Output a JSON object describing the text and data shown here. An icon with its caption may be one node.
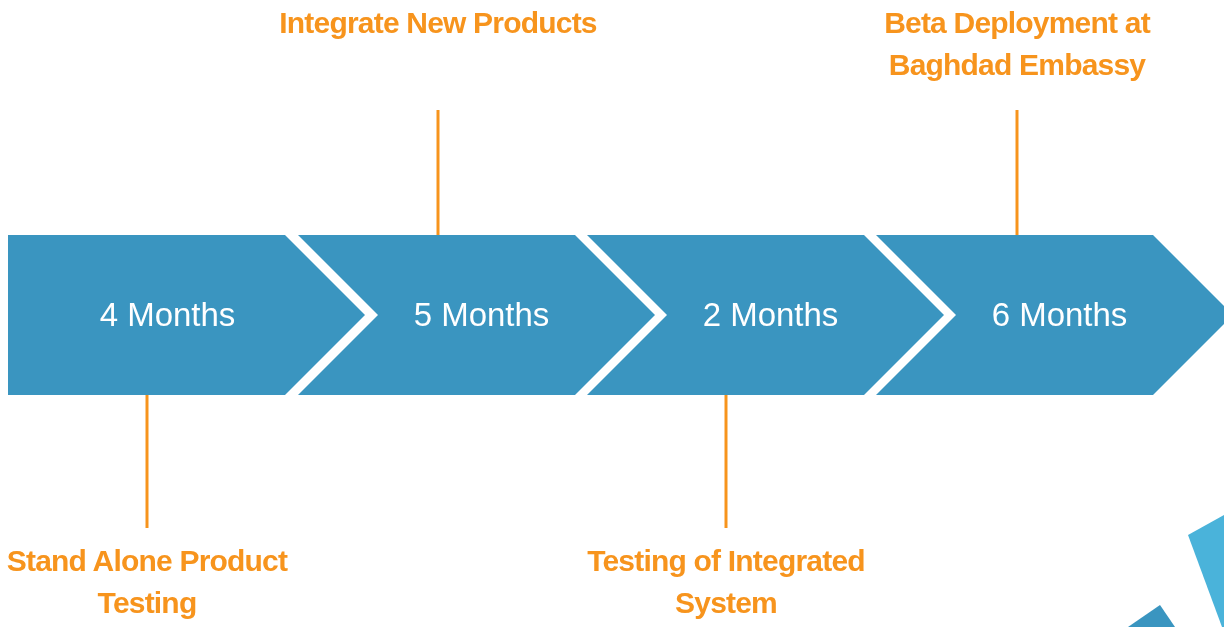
{
  "diagram": {
    "nodes": [
      {
        "text": [
          "Integrate New Products"
        ]
      },
      {
        "text": [
          "Beta Deployment at Baghdad Embassy"
        ]
      },
      {
        "text": [
          "4 Months"
        ]
      },
      {
        "text": [
          "5 Months"
        ]
      },
      {
        "text": [
          "2 Months"
        ]
      },
      {
        "text": [
          "6 Months"
        ]
      },
      {
        "text": [
          "Stand Alone Product Testing"
        ]
      },
      {
        "text": [
          "Testing of Integrated System"
        ]
      }
    ],
    "edges": [
      {
        "from": 0,
        "to": 3,
        "arrow": "none"
      },
      {
        "from": 1,
        "to": 5,
        "arrow": "none"
      },
      {
        "from": 6,
        "to": 2,
        "arrow": "none"
      },
      {
        "from": 7,
        "to": 4,
        "arrow": "none"
      }
    ]
  }
}
